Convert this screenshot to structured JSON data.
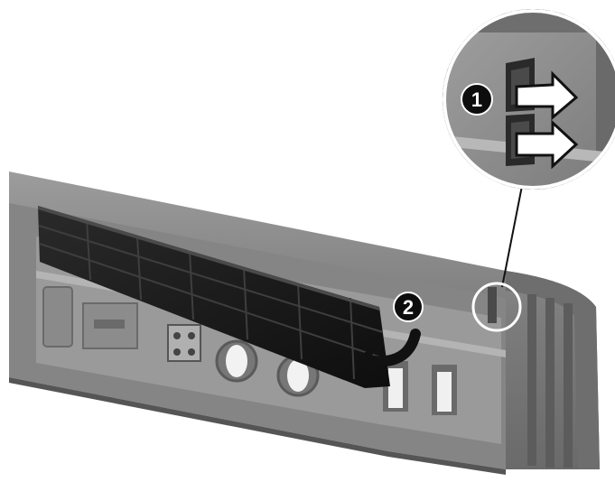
{
  "callouts": [
    {
      "label": "1"
    },
    {
      "label": "2"
    }
  ],
  "colors": {
    "background": "#ffffff",
    "chassis": "#7a7a7a",
    "chassis_dark": "#5a5a5a",
    "chassis_light": "#a8a8a8",
    "panel": "#9a9a9a",
    "dust_filter": "#1c1c1c",
    "arrow": "#111111",
    "callout_fill": "#0d0d0d",
    "magnifier_bg": "#8c8c8c"
  },
  "icons": {
    "step_1_marker": "numbered-circle",
    "step_2_marker": "numbered-circle",
    "release_arrow": "arrow-right",
    "remove_arrow": "curved-arrow-left",
    "magnifier": "zoom-circle"
  }
}
